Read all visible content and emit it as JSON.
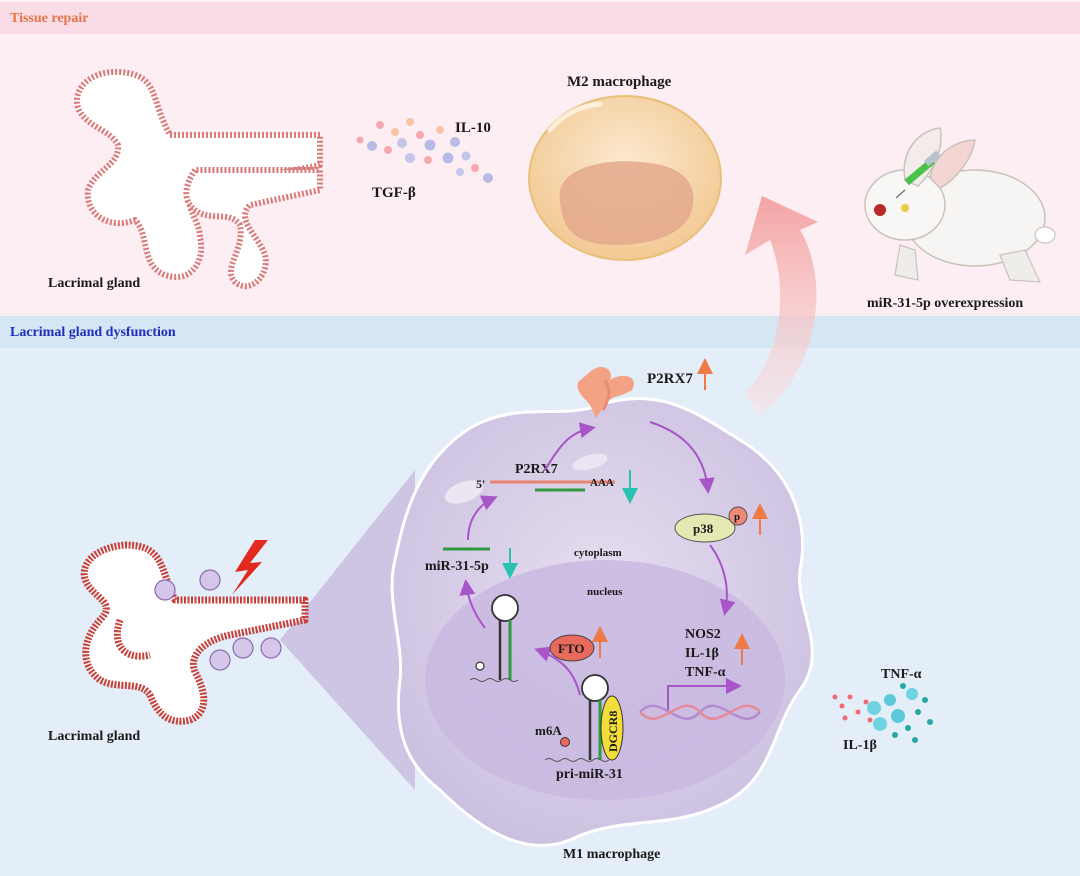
{
  "sections": {
    "top": {
      "title": "Tissue repair",
      "title_color": "#e8734a",
      "bg": "#fdeef3",
      "header_bg": "#f9dce5"
    },
    "bottom": {
      "title": "Lacrimal gland dysfunction",
      "title_color": "#1f2fb8",
      "bg": "#e4eef9",
      "header_bg": "#d5e6f5"
    }
  },
  "top_panel": {
    "lacrimal_gland": "Lacrimal gland",
    "cytokines": [
      "IL-10",
      "TGF-β"
    ],
    "macrophage": "M2 macrophage",
    "rabbit_caption": "miR-31-5p overexpression"
  },
  "bottom_panel": {
    "lacrimal_gland": "Lacrimal gland",
    "macrophage": "M1 macrophage",
    "receptor": "P2RX7",
    "mrna": {
      "label": "P2RX7",
      "five_prime": "5'",
      "poly_a": "AAA"
    },
    "mirna": "miR-31-5p",
    "cytoplasm": "cytoplasm",
    "nucleus": "nucleus",
    "kinase": "p38",
    "phospho": "p",
    "demethylase": "FTO",
    "microprocessor": "DGCR8",
    "methyl_mark": "m6A",
    "primary_transcript": "pri-miR-31",
    "genes": [
      "NOS2",
      "IL-1β",
      "TNF-α"
    ],
    "secreted": [
      "TNF-α",
      "IL-1β"
    ]
  },
  "colors": {
    "up_arrow": "#f07a45",
    "down_arrow": "#27c2b0",
    "pathway_arrow": "#a855c8",
    "green_strand": "#2e9a3e",
    "mrna_strand": "#e8836f",
    "cell_fill": "#d8cde8",
    "nucleus_fill": "#c9b9e0"
  }
}
